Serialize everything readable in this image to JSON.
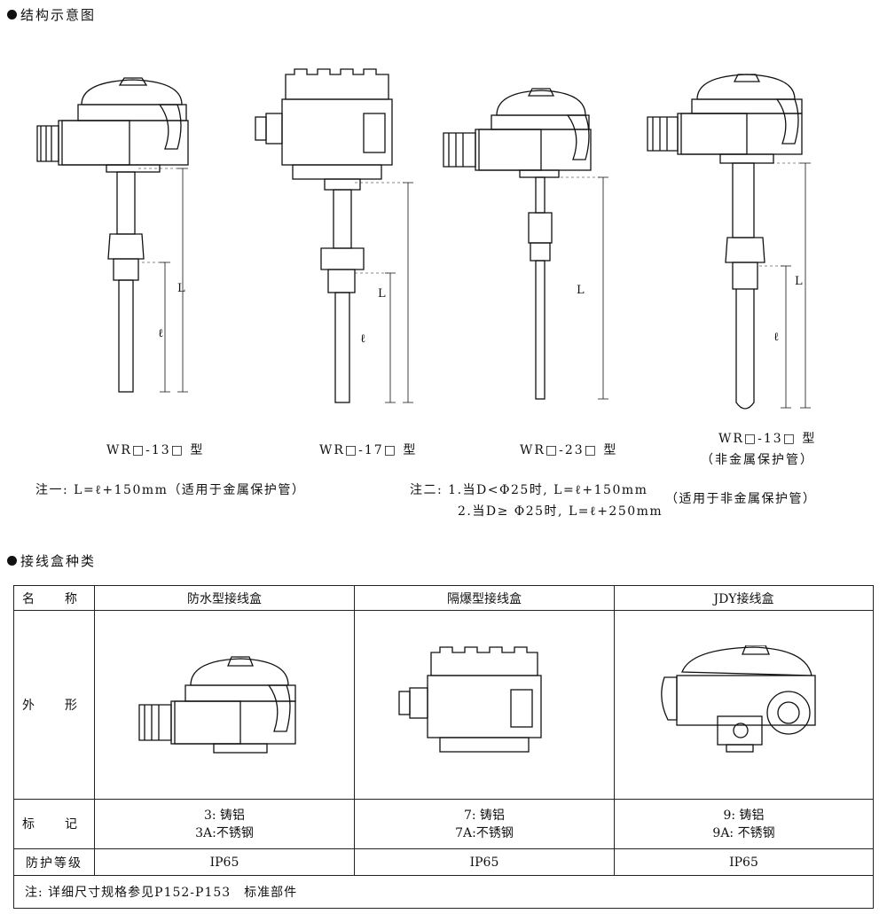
{
  "section1": {
    "title": "结构示意图"
  },
  "diagram": {
    "captions": [
      "WR□-13□ 型",
      "WR□-17□ 型",
      "WR□-23□ 型",
      "WR□-13□ 型"
    ],
    "caption4_sub": "（非金属保护管）",
    "dim_L": "L",
    "dim_l": "ℓ"
  },
  "notes": {
    "note1": "注一: L=ℓ+150mm（适用于金属保护管）",
    "note2_line1": "注二: 1.当D<Φ25时, L=ℓ+150mm",
    "note2_line2": "2.当D≥ Φ25时, L=ℓ+250mm",
    "note2_suffix": "（适用于非金属保护管）"
  },
  "section2": {
    "title": "接线盒种类"
  },
  "table": {
    "headers": [
      "名　称",
      "防水型接线盒",
      "隔爆型接线盒",
      "JDY接线盒"
    ],
    "row_shape": "外　形",
    "row_mark": "标　记",
    "marks": [
      [
        "3: 铸铝",
        "3A:不锈钢"
      ],
      [
        "7: 铸铝",
        "7A:不锈钢"
      ],
      [
        "9: 铸铝",
        "9A: 不锈钢"
      ]
    ],
    "row_ip": "防护等级",
    "ip": [
      "IP65",
      "IP65",
      "IP65"
    ],
    "footer": "注: 详细尺寸规格参见P152-P153　标准部件"
  }
}
